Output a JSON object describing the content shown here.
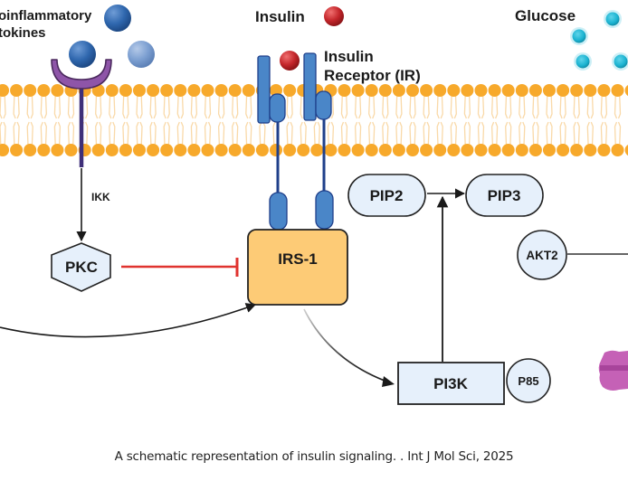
{
  "title": "Insulin signaling schematic",
  "caption": "A schematic representation of insulin signaling. . Int J Mol Sci, 2025",
  "colors": {
    "membrane_head": "#F7A92B",
    "membrane_tail": "#F9D9A8",
    "cytokine_dark": "#2F67AE",
    "cytokine_light": "#7C9FD1",
    "cytokine_receptor": "#8E55A8",
    "cytokine_stem": "#3E2F78",
    "insulin": "#C4262B",
    "insulin_receptor": "#4A86C8",
    "receptor_stem": "#1F3F8A",
    "glucose": "#1BB3D1",
    "irs1_fill": "#FDCB76",
    "node_fill": "#E6F0FB",
    "inhibition": "#E0332F",
    "glut4": "#C561B6"
  },
  "labels": {
    "cytokines_line1": "oinflammatory",
    "cytokines_line2": "tokines",
    "insulin": "Insulin",
    "receptor_line1": "Insulin",
    "receptor_line2": "Receptor (IR)",
    "glucose": "Glucose",
    "ikk": "IKK"
  },
  "nodes": {
    "pkc": "PKC",
    "irs1": "IRS-1",
    "pip2": "PIP2",
    "pip3": "PIP3",
    "akt2": "AKT2",
    "pi3k": "PI3K",
    "p85": "P85"
  },
  "edges": [
    {
      "from": "cytokine-receptor",
      "to": "PKC",
      "label": "IKK",
      "type": "activation"
    },
    {
      "from": "PKC",
      "to": "IRS-1",
      "type": "inhibition"
    },
    {
      "from": "offscreen-left",
      "to": "IRS-1",
      "type": "activation"
    },
    {
      "from": "IRS-1",
      "to": "PI3K",
      "type": "activation"
    },
    {
      "from": "PI3K",
      "to": "PIP2-PIP3",
      "type": "activation"
    },
    {
      "from": "PIP2",
      "to": "PIP3",
      "type": "conversion"
    },
    {
      "from": "AKT2",
      "to": "offscreen-right",
      "type": "link"
    }
  ]
}
